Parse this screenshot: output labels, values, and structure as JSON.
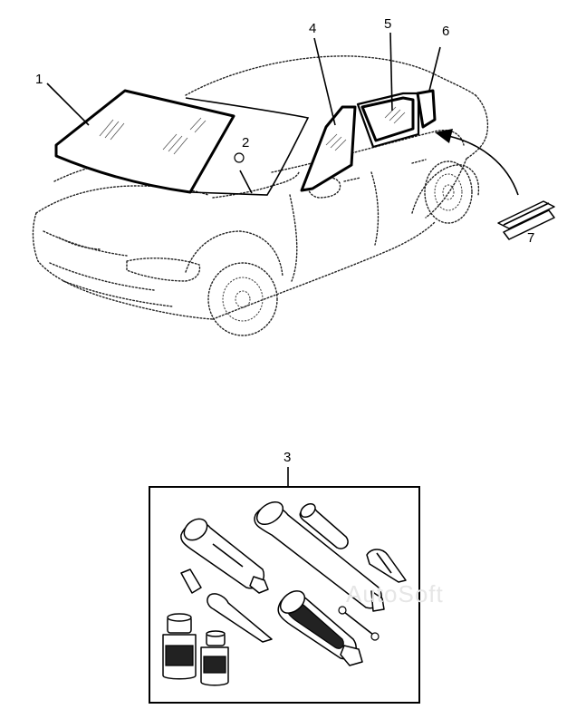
{
  "callouts": [
    {
      "id": "1",
      "label": "1"
    },
    {
      "id": "2",
      "label": "2"
    },
    {
      "id": "3",
      "label": "3"
    },
    {
      "id": "4",
      "label": "4"
    },
    {
      "id": "5",
      "label": "5"
    },
    {
      "id": "6",
      "label": "6"
    },
    {
      "id": "7",
      "label": "7"
    }
  ],
  "watermark": "AutoSoft",
  "colors": {
    "line": "#000000",
    "background": "#ffffff",
    "watermark": "#e6e6e6"
  }
}
